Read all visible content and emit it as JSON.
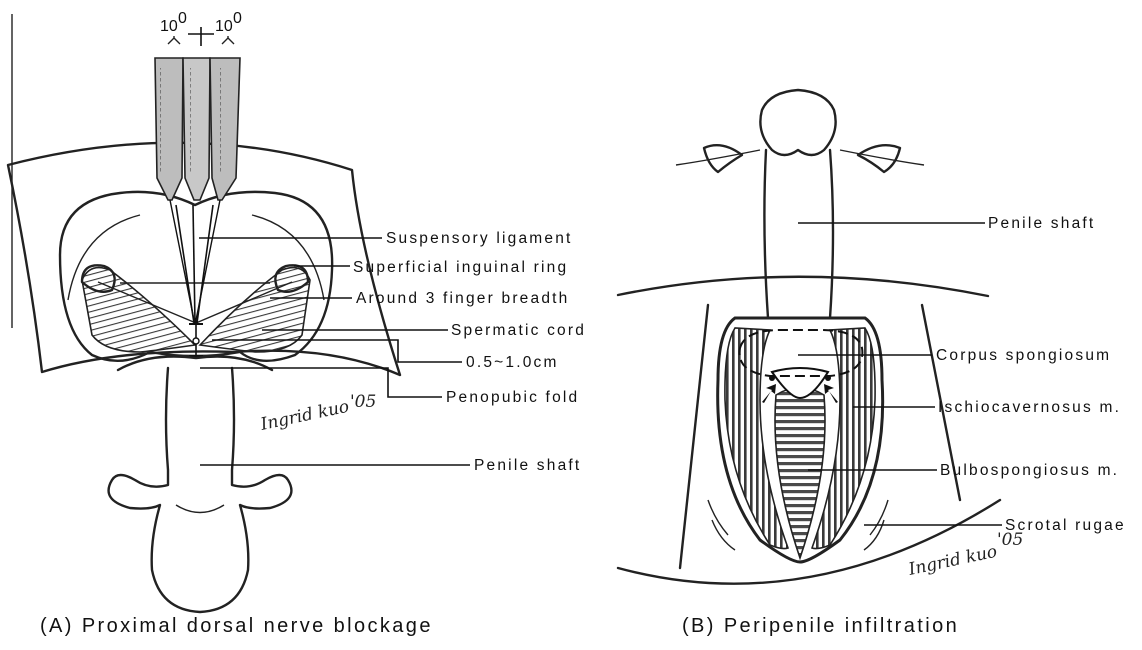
{
  "panel_a": {
    "angle_left": "10",
    "angle_right": "10",
    "angle_sup": "0",
    "labels": {
      "suspensory_ligament": "Suspensory ligament",
      "superficial_inguinal_ring": "Superficial inguinal ring",
      "around_3_finger_breadth": "Around 3 finger breadth",
      "spermatic_cord": "Spermatic cord",
      "distance": "0.5~1.0cm",
      "penopubic_fold": "Penopubic fold",
      "penile_shaft": "Penile shaft"
    },
    "signature": "Ingrid kuo",
    "signature_year": "'05",
    "caption": "(A) Proximal dorsal nerve blockage"
  },
  "panel_b": {
    "labels": {
      "penile_shaft": "Penile shaft",
      "corpus_spongiosum": "Corpus spongiosum",
      "ischiocavernosus": "Ischiocavernosus m.",
      "bulbospongiosus": "Bulbospongiosus m.",
      "scrotal_rugae": "Scrotal rugae"
    },
    "signature": "Ingrid kuo",
    "signature_year": "'05",
    "caption": "(B) Peripenile infiltration"
  }
}
